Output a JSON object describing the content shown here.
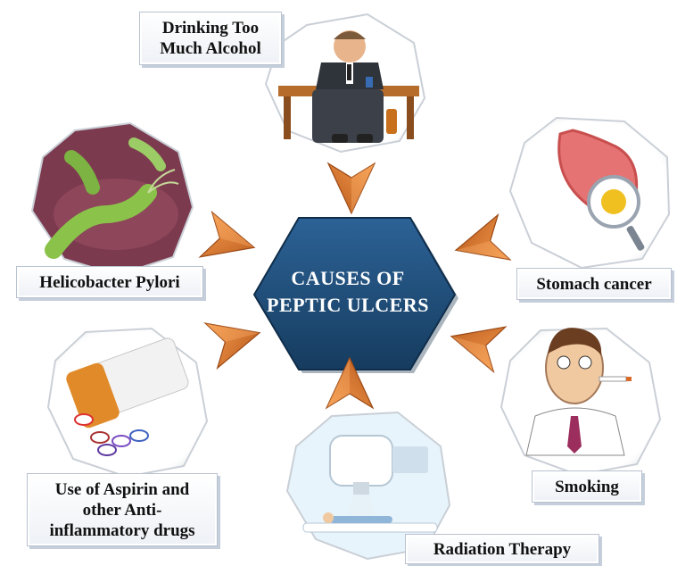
{
  "center": {
    "title": "CAUSES OF PEPTIC ULCERS"
  },
  "causes": [
    {
      "label": "Drinking Too Much Alcohol",
      "icon": "drunk-man-icon"
    },
    {
      "label": "Helicobacter Pylori",
      "icon": "bacteria-icon"
    },
    {
      "label": "Stomach cancer",
      "icon": "stomach-tumor-icon"
    },
    {
      "label": "Use of Aspirin and other Anti-inflammatory drugs",
      "icon": "pill-bottle-icon"
    },
    {
      "label": "Smoking",
      "icon": "smoking-man-icon"
    },
    {
      "label": "Radiation Therapy",
      "icon": "radiation-machine-icon"
    }
  ],
  "colors": {
    "hexagon": "#1f4e79",
    "arrow": "#e0782a",
    "arrow_dark": "#a9491a"
  }
}
